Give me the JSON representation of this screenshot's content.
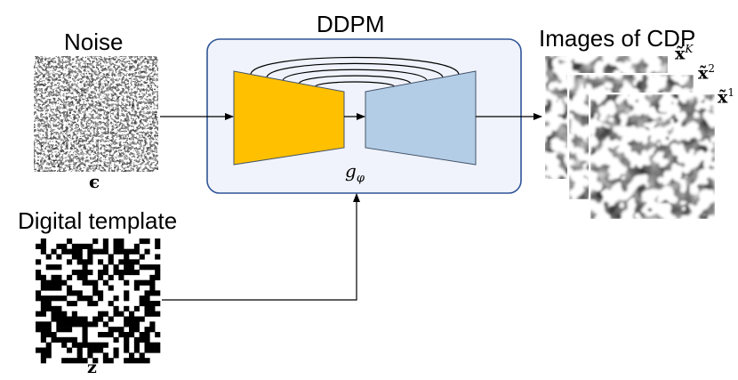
{
  "labels": {
    "noise": "Noise",
    "noise_symbol": "ϵ",
    "digital_template": "Digital template",
    "template_symbol": "z",
    "model": "DDPM",
    "network_symbol": "g",
    "network_subscript": "φ",
    "output": "Images of CDP",
    "stack_labels": [
      {
        "base": "x̃",
        "sup": "K"
      },
      {
        "base": "x̃",
        "sup": "2"
      },
      {
        "base": "x̃",
        "sup": "1"
      }
    ]
  },
  "colors": {
    "encoder": "#FFC000",
    "decoder": "#B4CDE6",
    "ddpm_box_fill": "#F0F3FB",
    "ddpm_box_stroke": "#2F5597",
    "trapezoid_stroke": "#44546A",
    "arrow": "#000000"
  },
  "skip_connection_count": 5
}
